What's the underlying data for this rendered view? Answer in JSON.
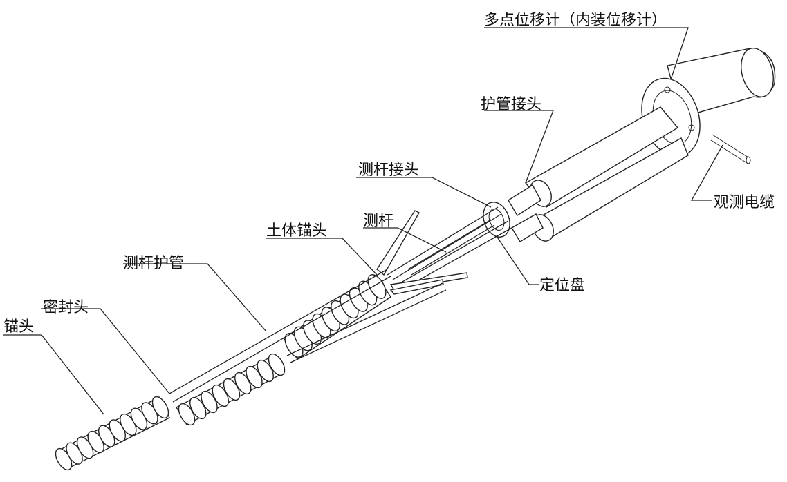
{
  "labels": {
    "multipoint": "多点位移计（内装位移计）",
    "protect_joint": "护管接头",
    "cable": "观测电缆",
    "rod_joint": "测杆接头",
    "rod": "测杆",
    "soil_anchor": "土体锚头",
    "positioning_disc": "定位盘",
    "rod_tube": "测杆护管",
    "seal_head": "密封头",
    "anchor_head": "锚头"
  }
}
